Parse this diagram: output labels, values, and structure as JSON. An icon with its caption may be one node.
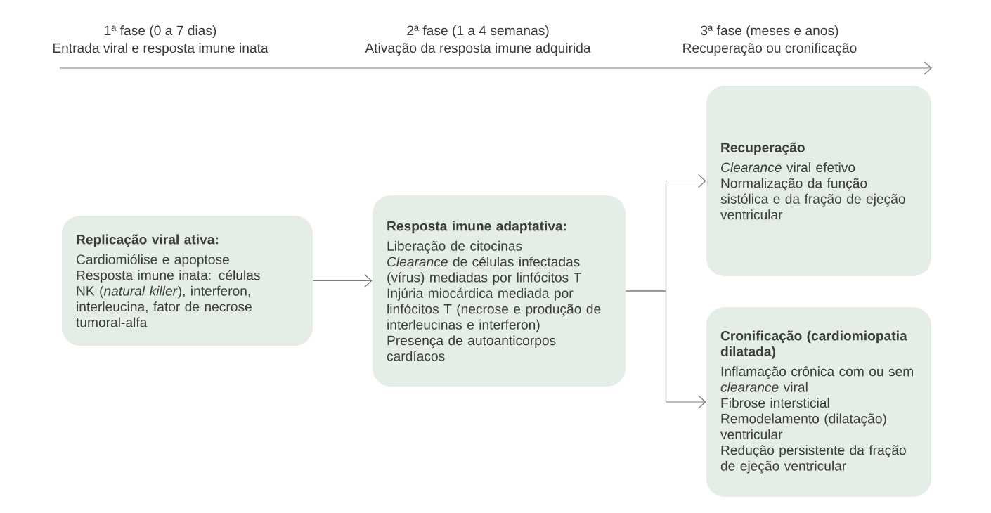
{
  "diagram": {
    "nodes": [
      {
        "text": [
          "Replicação viral ativa:",
          "Cardiomiólise e apoptose",
          "Resposta imune inata: células NK (*natural killer*), interferon, interleucina, fator de necrose tumoral-alfa"
        ]
      },
      {
        "text": [
          "Resposta imune adaptativa:",
          "Liberação de citocinas",
          "*Clearance* de células infectadas (vírus) mediadas por linfócitos T",
          "Injúria miocárdica mediada por linfócitos T (necrose e produção de interleucinas e interferon)",
          "Presença de autoanticorpos cardíacos"
        ]
      },
      {
        "text": [
          "Recuperação",
          "*Clearance* viral efetivo",
          "Normalização da função sistólica e da fração de ejeção ventricular"
        ]
      },
      {
        "text": [
          "Cronificação (cardiomiopatia dilatada)",
          "Inflamação crônica com ou sem *clearance* viral",
          "Fibrose intersticial",
          "Remodelamento (dilatação) ventricular",
          "Redução persistente da fração de ejeção ventricular"
        ]
      }
    ],
    "edges": [
      {
        "from": 0,
        "to": 1,
        "arrow": "to"
      },
      {
        "from": 1,
        "to": 2,
        "arrow": "to"
      },
      {
        "from": 1,
        "to": 3,
        "arrow": "to"
      }
    ],
    "labels": [
      "1ª fase (0 a 7 dias)",
      "Entrada viral e resposta imune inata",
      "2ª fase (1 a 4 semanas)",
      "Ativação da resposta imune adquirida",
      "3ª fase (meses e anos)",
      "Recuperação ou cronificação"
    ]
  }
}
